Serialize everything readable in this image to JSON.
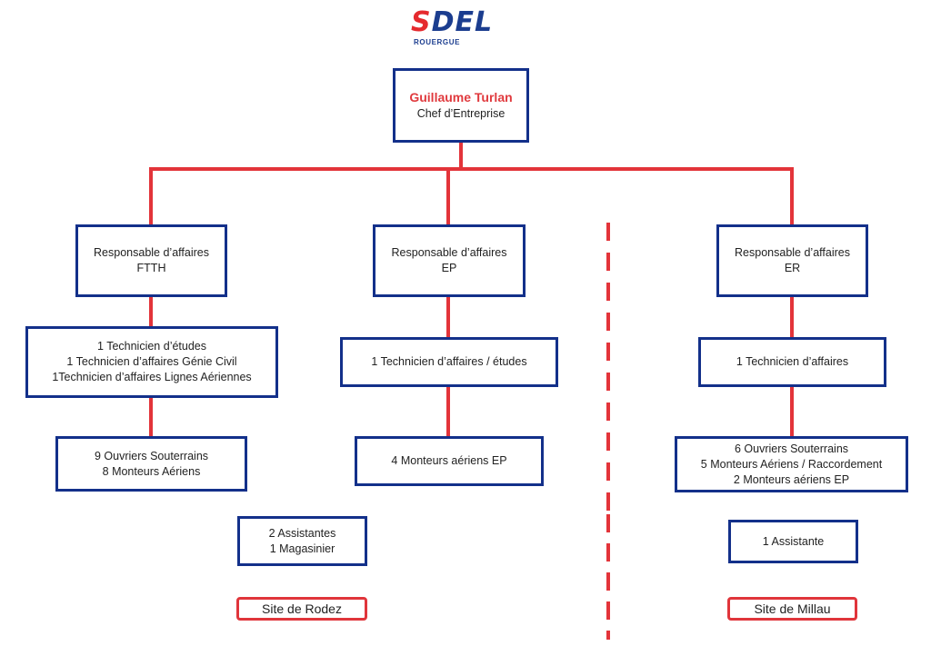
{
  "logo": {
    "mark_s": "S",
    "mark_del": "DEL",
    "subtitle": "ROUERGUE"
  },
  "head": {
    "name": "Guillaume Turlan",
    "title": "Chef d’Entreprise"
  },
  "branches": [
    {
      "manager": [
        "Responsable d’affaires",
        "FTTH"
      ],
      "technicians": [
        "1 Technicien d’études",
        "1 Technicien d’affaires Génie Civil",
        "1Technicien d’affaires Lignes Aériennes"
      ],
      "workers": [
        "9 Ouvriers Souterrains",
        "8 Monteurs Aériens"
      ]
    },
    {
      "manager": [
        "Responsable d’affaires",
        "EP"
      ],
      "technicians": [
        "1 Technicien d’affaires / études"
      ],
      "workers": [
        "4 Monteurs aériens EP"
      ]
    },
    {
      "manager": [
        "Responsable d’affaires",
        "ER"
      ],
      "technicians": [
        "1 Technicien d’affaires"
      ],
      "workers": [
        "6 Ouvriers Souterrains",
        "5 Monteurs Aériens / Raccordement",
        "2 Monteurs aériens EP"
      ]
    }
  ],
  "support": {
    "rodez": [
      "2 Assistantes",
      "1 Magasinier"
    ],
    "millau": [
      "1 Assistante"
    ]
  },
  "sites": {
    "rodez": "Site de Rodez",
    "millau": "Site de Millau"
  },
  "colors": {
    "box_border": "#13308a",
    "connector": "#e3343a",
    "accent_name": "#e03a3e"
  }
}
